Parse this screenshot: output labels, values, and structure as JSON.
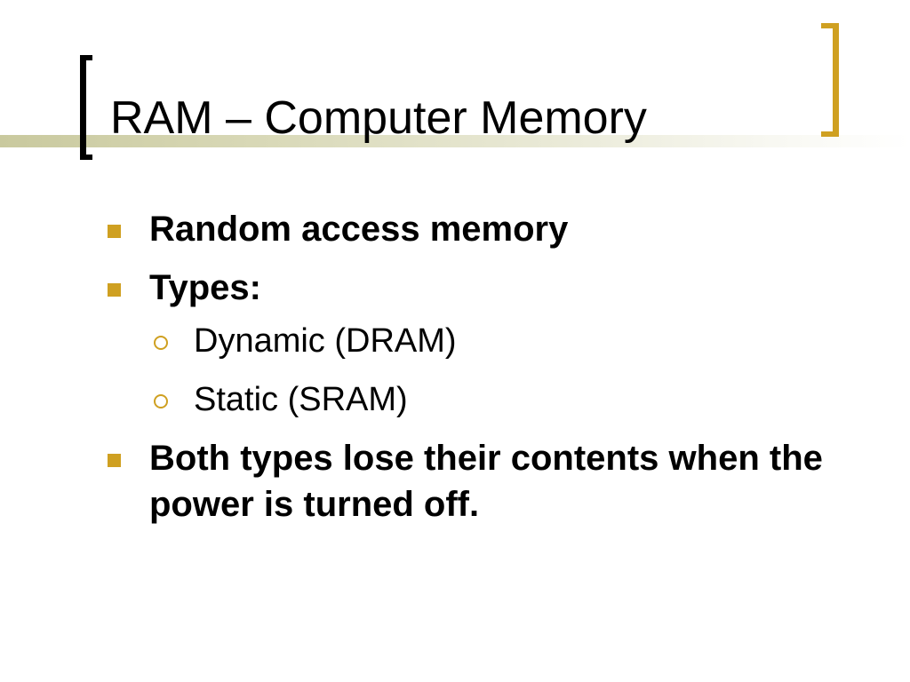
{
  "slide": {
    "title": "RAM – Computer Memory",
    "accent_color": "#cfa021",
    "bracket_left_color": "#000000",
    "bullets": [
      {
        "text": "Random access memory",
        "icon": "square-bullet-icon"
      },
      {
        "text": "Types:",
        "icon": "square-bullet-icon",
        "sub_bullets": [
          {
            "text": "Dynamic (DRAM)",
            "icon": "circle-bullet-icon"
          },
          {
            "text": "Static (SRAM)",
            "icon": "circle-bullet-icon"
          }
        ]
      },
      {
        "text": "Both types lose their contents when the power is turned off.",
        "icon": "square-bullet-icon"
      }
    ]
  }
}
